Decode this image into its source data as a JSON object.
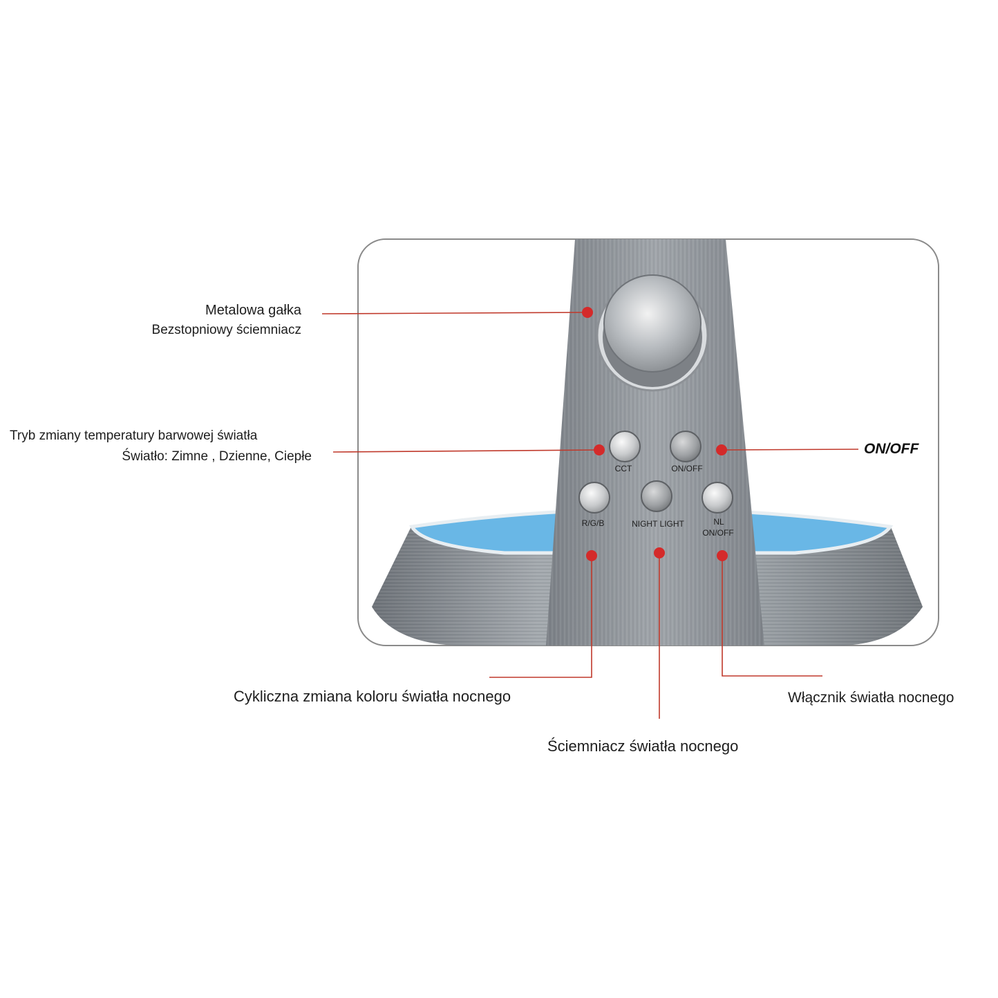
{
  "callouts": {
    "knob_title": "Metalowa gałka",
    "knob_desc": "Bezstopniowy ściemniacz",
    "cct_title": "Tryb zmiany temperatury barwowej światła",
    "cct_desc": "Światło: Zimne , Dzienne, Ciepłe",
    "onoff": "ON/OFF",
    "rgb_desc": "Cykliczna zmiana koloru światła nocnego",
    "nl_switch_desc": "Włącznik światła nocnego",
    "nl_dimmer_desc": "Ściemniacz światła nocnego"
  },
  "buttons": {
    "cct": "CCT",
    "onoff": "ON/OFF",
    "rgb": "R/G/B",
    "night_light": "NIGHT LIGHT",
    "nl_line1": "NL",
    "nl_line2": "ON/OFF"
  },
  "colors": {
    "marker_red": "#d42a2a",
    "leader_line": "#c0392b",
    "base_glow": "#69b7e6",
    "metal_grey": "#8e9399"
  }
}
